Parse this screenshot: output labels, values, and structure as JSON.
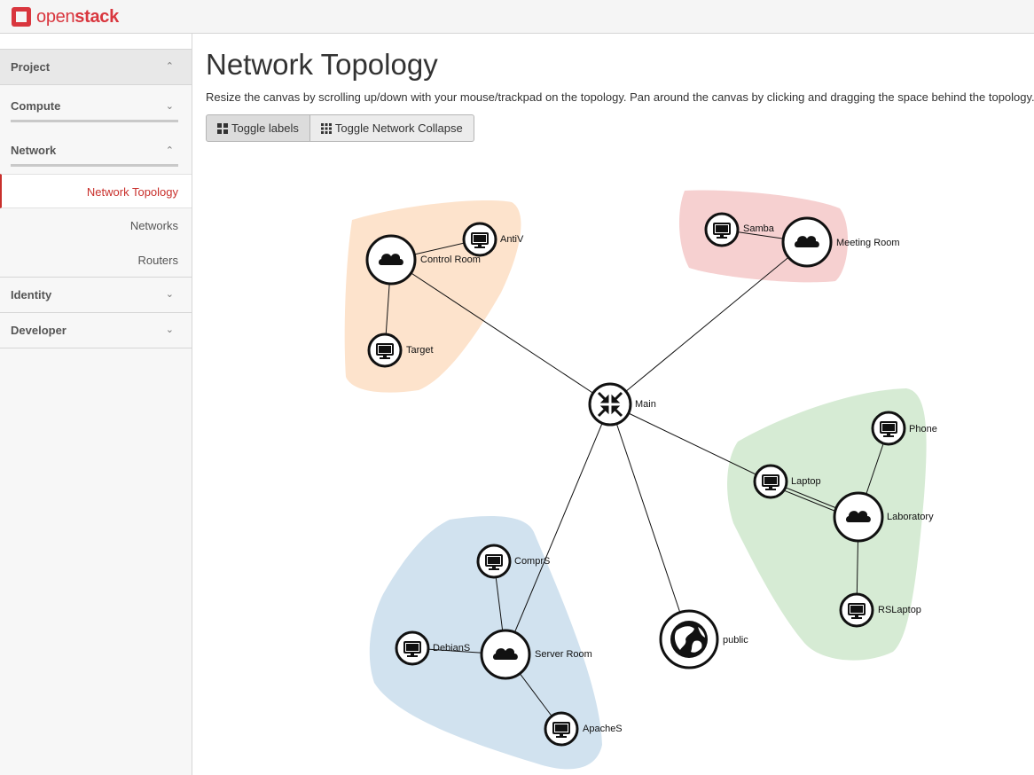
{
  "brand": {
    "open": "open",
    "stack": "stack",
    "accent": "#d9363e"
  },
  "sidebar": {
    "project": "Project",
    "compute": "Compute",
    "network": "Network",
    "network_items": [
      "Network Topology",
      "Networks",
      "Routers"
    ],
    "identity": "Identity",
    "developer": "Developer"
  },
  "main": {
    "title": "Network Topology",
    "description": "Resize the canvas by scrolling up/down with your mouse/trackpad on the topology. Pan around the canvas by clicking and dragging the space behind the topology.",
    "toggle_labels": "Toggle labels",
    "toggle_collapse": "Toggle Network Collapse"
  },
  "topology": {
    "router": {
      "label": "Main",
      "icon": "router-icon"
    },
    "external": {
      "label": "public",
      "icon": "globe-icon"
    },
    "networks": [
      {
        "label": "Control Room",
        "color": "#fde3cc",
        "instances": [
          "AntiV",
          "Target"
        ]
      },
      {
        "label": "Meeting Room",
        "color": "#f6d0d0",
        "instances": [
          "Samba"
        ]
      },
      {
        "label": "Laboratory",
        "color": "#d6ebd4",
        "instances": [
          "Phone",
          "Laptop",
          "RSLaptop"
        ]
      },
      {
        "label": "Server Room",
        "color": "#d1e2ef",
        "instances": [
          "ComprS",
          "DebianS",
          "ApacheS"
        ]
      }
    ]
  }
}
